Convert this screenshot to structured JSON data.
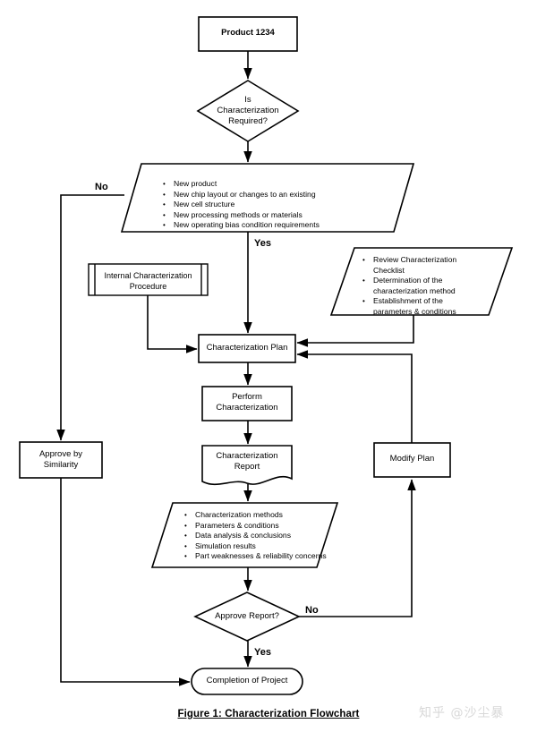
{
  "figure": {
    "caption": "Figure 1: Characterization Flowchart",
    "watermark": "知乎 @沙尘暴"
  },
  "colors": {
    "stroke": "#000000",
    "fill": "#ffffff",
    "background": "#ffffff",
    "watermark": "#d8d8d8"
  },
  "nodes": {
    "product": {
      "label": "Product 1234",
      "shape": "process"
    },
    "is_characterization_required": {
      "label": "Is\nCharacterization\nRequired?",
      "shape": "decision"
    },
    "new_criteria": {
      "shape": "data",
      "bullets": [
        "New product",
        "New chip layout or changes to an existing",
        "New cell structure",
        "New processing methods or materials",
        "New operating bias condition requirements"
      ]
    },
    "internal_procedure": {
      "label": "Internal Characterization\nProcedure",
      "shape": "predefined-process"
    },
    "review_inputs": {
      "shape": "data",
      "bullets": [
        "Review Characterization Checklist",
        "Determination of the characterization method",
        "Establishment of the parameters & conditions"
      ]
    },
    "characterization_plan": {
      "label": "Characterization Plan",
      "shape": "process"
    },
    "perform_characterization": {
      "label": "Perform\nCharacterization",
      "shape": "process"
    },
    "characterization_report": {
      "label": "Characterization\nReport",
      "shape": "document"
    },
    "report_contents": {
      "shape": "data",
      "bullets": [
        "Characterization methods",
        "Parameters & conditions",
        "Data analysis & conclusions",
        "Simulation results",
        "Part weaknesses & reliability concerns"
      ]
    },
    "approve_report": {
      "label": "Approve Report?",
      "shape": "decision"
    },
    "approve_by_similarity": {
      "label": "Approve by\nSimilarity",
      "shape": "process"
    },
    "modify_plan": {
      "label": "Modify Plan",
      "shape": "process"
    },
    "completion_of_project": {
      "label": "Completion of Project",
      "shape": "terminator"
    }
  },
  "edge_labels": {
    "no_characterization": "No",
    "yes_characterization": "Yes",
    "no_report": "No",
    "yes_report": "Yes"
  }
}
